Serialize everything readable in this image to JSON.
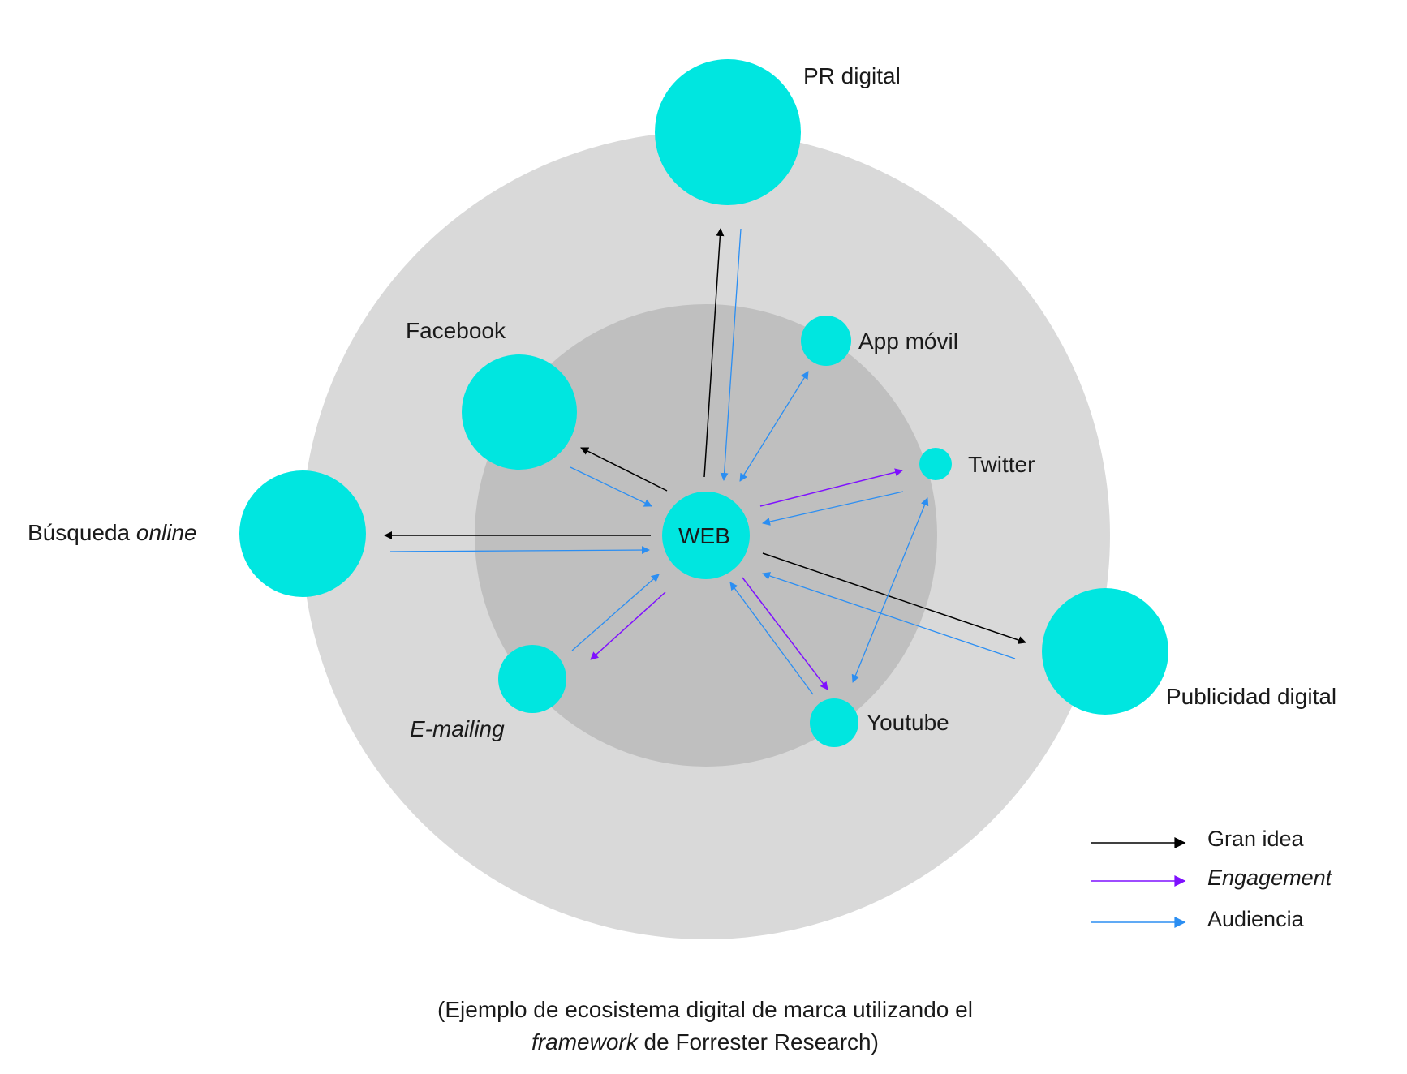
{
  "colors": {
    "outer_ring": "#d9d9d9",
    "inner_ring": "#bfbfbf",
    "node": "#00e6e0",
    "gran_idea": "#000000",
    "engagement": "#7f10ff",
    "audiencia": "#2b8ef2"
  },
  "nodes": {
    "web": "WEB",
    "pr_digital": "PR digital",
    "facebook": "Facebook",
    "app_movil": "App móvil",
    "twitter": "Twitter",
    "busqueda": "Búsqueda",
    "busqueda_italic": "online",
    "publicidad": "Publicidad digital",
    "youtube": "Youtube",
    "emailing": "E-mailing"
  },
  "legend": {
    "gran_idea": "Gran idea",
    "engagement": "Engagement",
    "audiencia": "Audiencia"
  },
  "caption": {
    "line1": "(Ejemplo de ecosistema digital de marca utilizando el",
    "line2_italic": "framework",
    "line2_rest": " de Forrester Research)"
  }
}
